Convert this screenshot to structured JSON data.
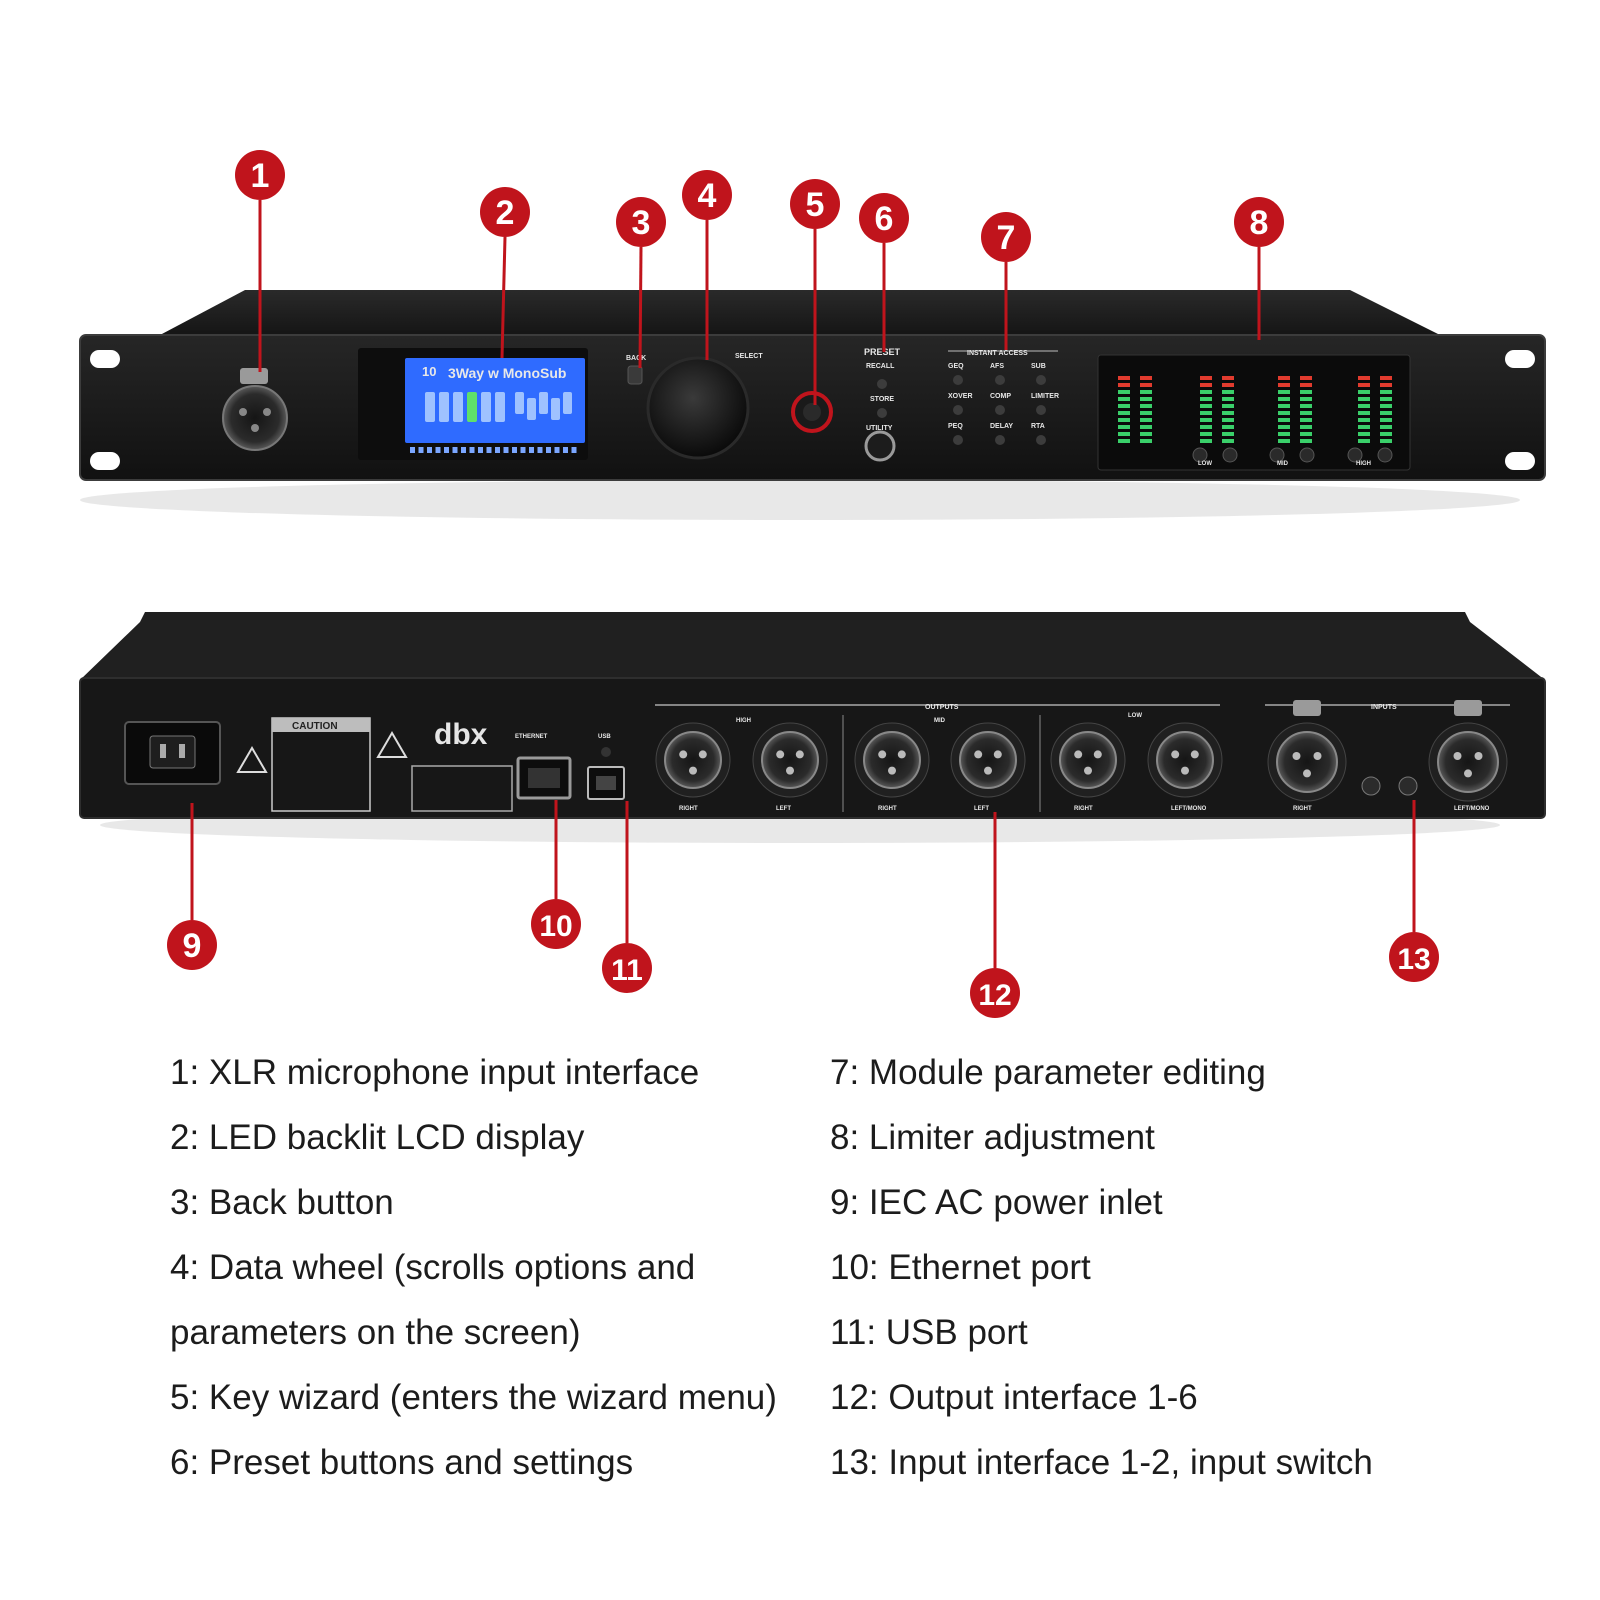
{
  "device": {
    "brand": "dbx",
    "lcd_text": "3Way w MonoSub",
    "lcd_number": "10",
    "front_labels": {
      "back": "BACK",
      "select": "SELECT",
      "preset": "PRESET",
      "recall": "RECALL",
      "store": "STORE",
      "utility": "UTILITY",
      "instant_access": "INSTANT ACCESS",
      "buttons": [
        "GEQ",
        "AFS",
        "SUB",
        "XOVER",
        "COMP",
        "LIMITER",
        "PEQ",
        "DELAY",
        "RTA"
      ],
      "meter_groups": [
        "LOW",
        "MID",
        "HIGH"
      ]
    },
    "rear_labels": {
      "caution": "CAUTION",
      "ethernet": "ETHERNET",
      "usb": "USB",
      "outputs": "OUTPUTS",
      "inputs": "INPUTS",
      "output_groups": [
        "HIGH",
        "MID",
        "LOW"
      ],
      "output_jacks": [
        "RIGHT",
        "LEFT",
        "RIGHT",
        "LEFT",
        "RIGHT",
        "LEFT/MONO"
      ],
      "input_jacks": [
        "RIGHT",
        "LEFT/MONO"
      ]
    },
    "colors": {
      "callout": "#c0141c",
      "chassis": "#1b1b1b",
      "lcd": "#2f6bff",
      "meter_green": "#3ad06a",
      "meter_red": "#e23b2e"
    }
  },
  "callouts": [
    "1",
    "2",
    "3",
    "4",
    "5",
    "6",
    "7",
    "8",
    "9",
    "10",
    "11",
    "12",
    "13"
  ],
  "legend": {
    "left": [
      "1: XLR microphone input interface",
      "2: LED backlit LCD display",
      "3: Back button",
      "4: Data wheel (scrolls options and",
      "parameters on the screen)",
      "5: Key wizard (enters the wizard menu)",
      "6: Preset buttons and settings"
    ],
    "right": [
      "7: Module parameter editing",
      "8: Limiter adjustment",
      "9: IEC AC power inlet",
      "10: Ethernet port",
      "11: USB port",
      "12: Output interface 1-6",
      "13: Input interface 1-2, input switch"
    ]
  }
}
